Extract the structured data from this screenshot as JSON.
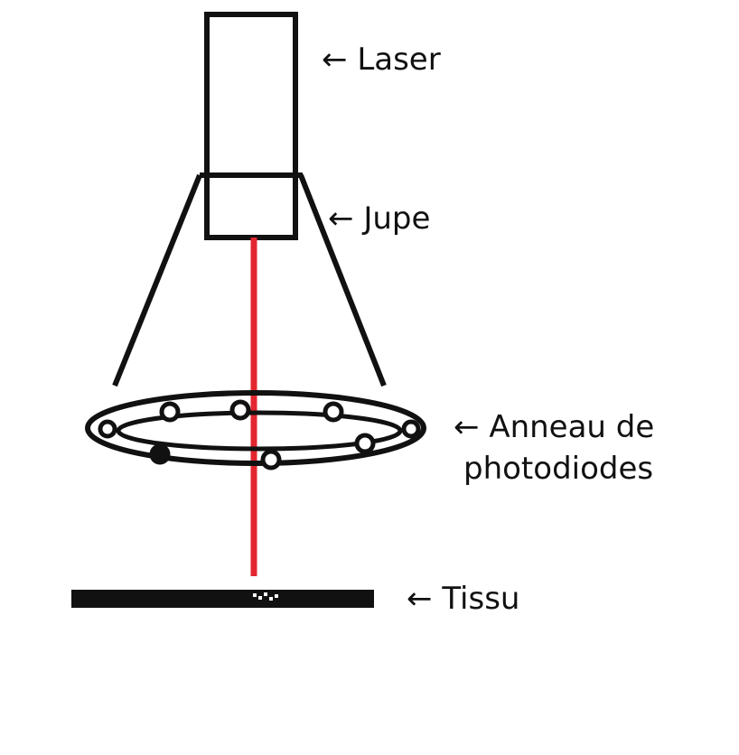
{
  "labels": {
    "laser": "Laser",
    "skirt": "Jupe",
    "ring_line1": "Anneau de",
    "ring_line2": "photodiodes",
    "tissue": "Tissu"
  },
  "icons": {
    "arrow": "left-arrow-icon"
  },
  "colors": {
    "outline": "#111111",
    "beam": "#e3262f",
    "background": "#ffffff"
  }
}
